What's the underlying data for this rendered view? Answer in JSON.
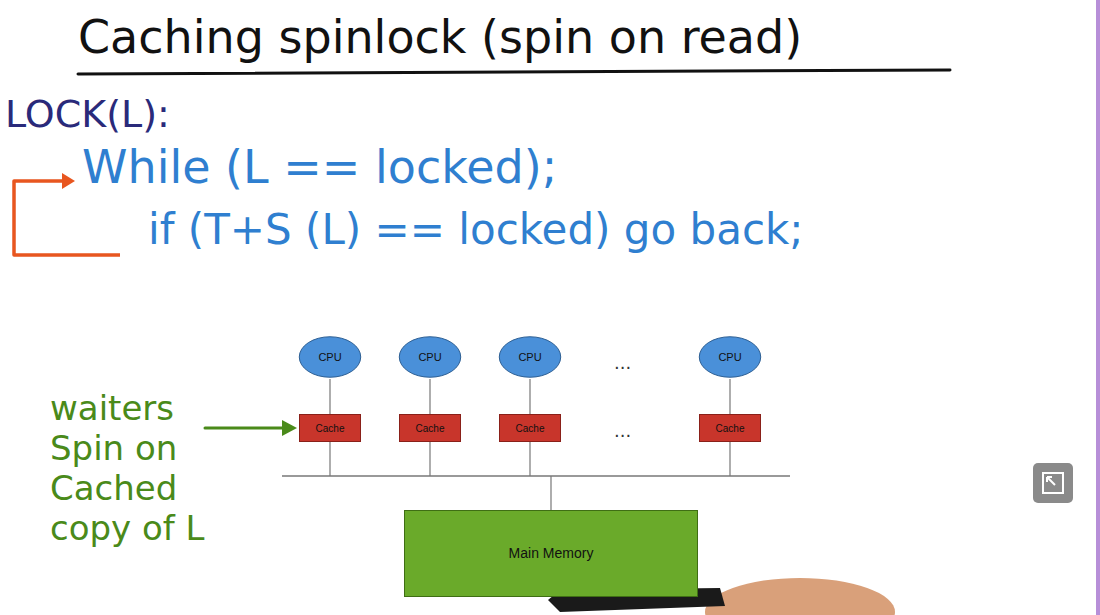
{
  "diagram": {
    "title": "Caching spinlock (spin on read)",
    "nodes": [
      {
        "text": [
          "CPU"
        ]
      },
      {
        "text": [
          "CPU"
        ]
      },
      {
        "text": [
          "CPU"
        ]
      },
      {
        "text": [
          "CPU"
        ]
      },
      {
        "text": [
          "Cache"
        ]
      },
      {
        "text": [
          "Cache"
        ]
      },
      {
        "text": [
          "Cache"
        ]
      },
      {
        "text": [
          "Cache"
        ]
      },
      {
        "text": [
          "Main Memory"
        ]
      }
    ],
    "edges": [
      {
        "from": 0,
        "to": 4,
        "arrow": "none"
      },
      {
        "from": 1,
        "to": 5,
        "arrow": "none"
      },
      {
        "from": 2,
        "to": 6,
        "arrow": "none"
      },
      {
        "from": 3,
        "to": 7,
        "arrow": "none"
      }
    ],
    "labels": [
      "LOCK(L):",
      "While (L == locked);",
      "if (T+S (L) == locked) go back;",
      "...",
      "...",
      "waiters Spin on Cached copy of L"
    ]
  }
}
